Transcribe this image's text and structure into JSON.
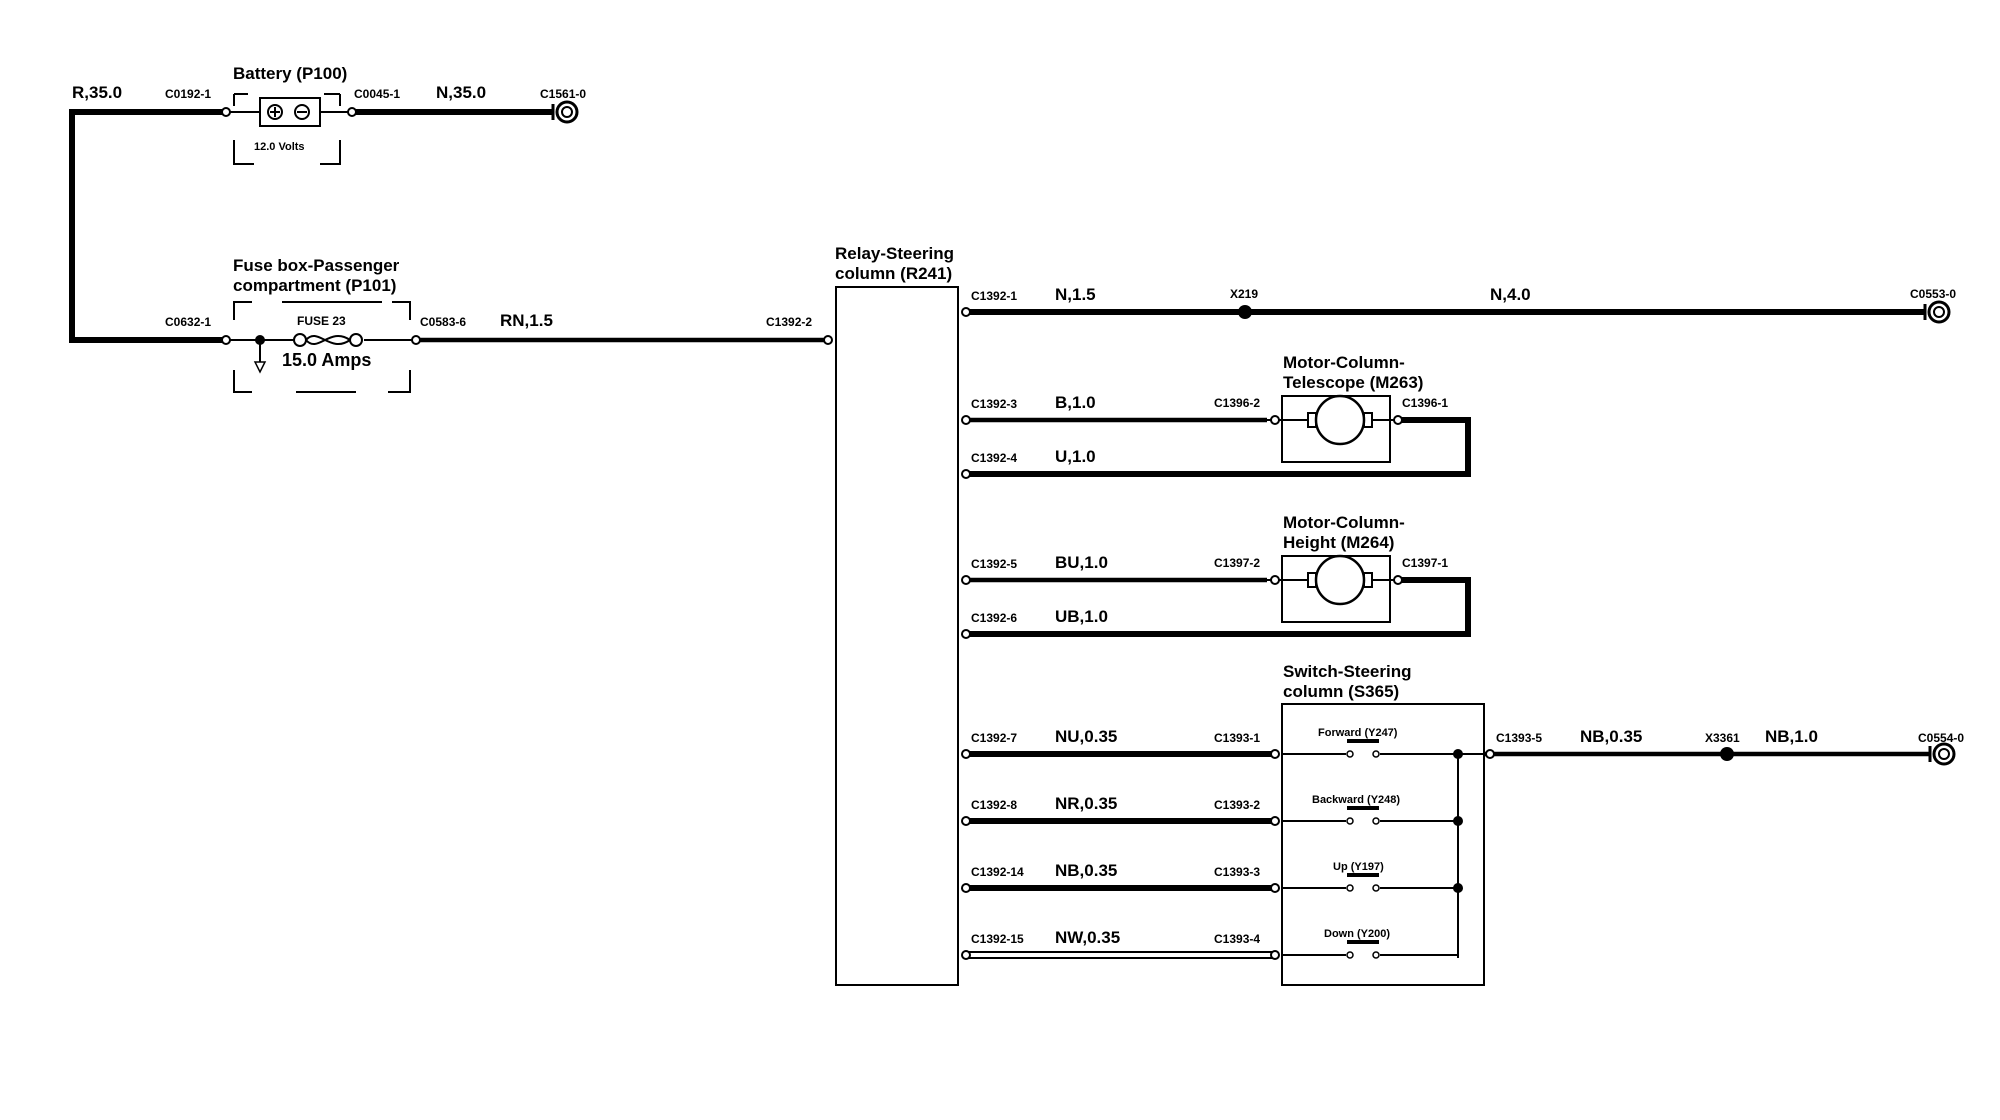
{
  "components": {
    "battery": {
      "name": "Battery (P100)",
      "voltage": "12.0 Volts",
      "conn_left": "C0192-1",
      "conn_right": "C0045-1"
    },
    "fusebox": {
      "name_line1": "Fuse box-Passenger",
      "name_line2": "compartment (P101)",
      "fuse": "FUSE 23",
      "rating": "15.0 Amps",
      "conn_left": "C0632-1",
      "conn_right": "C0583-6"
    },
    "relay": {
      "name_line1": "Relay-Steering",
      "name_line2": "column (R241)",
      "conn_in": "C1392-2"
    },
    "motor_telescope": {
      "name_line1": "Motor-Column-",
      "name_line2": "Telescope (M263)",
      "conn_left": "C1396-2",
      "conn_right": "C1396-1"
    },
    "motor_height": {
      "name_line1": "Motor-Column-",
      "name_line2": "Height (M264)",
      "conn_left": "C1397-2",
      "conn_right": "C1397-1"
    },
    "switch": {
      "name_line1": "Switch-Steering",
      "name_line2": "column (S365)",
      "conn_out": "C1393-5",
      "positions": [
        "Forward (Y247)",
        "Backward (Y248)",
        "Up (Y197)",
        "Down (Y200)"
      ],
      "inputs": [
        "C1393-1",
        "C1393-2",
        "C1393-3",
        "C1393-4"
      ]
    }
  },
  "grounds": [
    "C1561-0",
    "C0553-0",
    "C0554-0"
  ],
  "splices": [
    "X219",
    "X3361"
  ],
  "wires": {
    "battery_pos": "R,35.0",
    "battery_neg": "N,35.0",
    "fuse_out": "RN,1.5",
    "relay_ground_a": "N,1.5",
    "relay_ground_b": "N,4.0",
    "switch_out_a": "NB,0.35",
    "switch_out_b": "NB,1.0"
  },
  "relay_pins": [
    {
      "pin": "C1392-1",
      "wire": "N,1.5"
    },
    {
      "pin": "C1392-3",
      "wire": "B,1.0"
    },
    {
      "pin": "C1392-4",
      "wire": "U,1.0"
    },
    {
      "pin": "C1392-5",
      "wire": "BU,1.0"
    },
    {
      "pin": "C1392-6",
      "wire": "UB,1.0"
    },
    {
      "pin": "C1392-7",
      "wire": "NU,0.35"
    },
    {
      "pin": "C1392-8",
      "wire": "NR,0.35"
    },
    {
      "pin": "C1392-14",
      "wire": "NB,0.35"
    },
    {
      "pin": "C1392-15",
      "wire": "NW,0.35"
    }
  ]
}
